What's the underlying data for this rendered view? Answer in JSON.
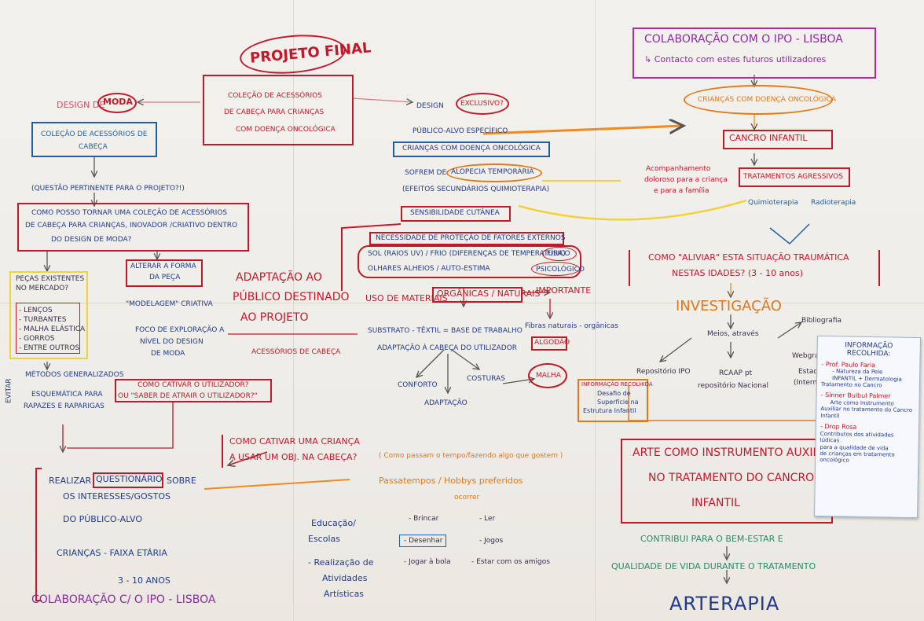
{
  "colors": {
    "red": "#c0192c",
    "blue": "#1f5fa8",
    "orange": "#e0781c",
    "purple": "#8a2c9c",
    "yellow": "#f2d23a",
    "navy": "#223a8a",
    "green": "#2a8a6a",
    "pink": "#d54a6a"
  },
  "title": "PROJETO FINAL",
  "collection": [
    "COLEÇÃO DE ACESSÓRIOS",
    "DE CABEÇA PARA CRIANÇAS",
    "COM DOENÇA ONCOLÓGICA"
  ],
  "left": {
    "design_moda": "DESIGN DE",
    "moda": "MODA",
    "colecao_box": [
      "COLEÇÃO DE ACESSÓRIOS DE",
      "CABEÇA"
    ],
    "questao": "(QUESTÃO PERTINENTE PARA O PROJETO?!)",
    "como_tornar": [
      "COMO POSSO TORNAR UMA COLEÇÃO DE ACESSÓRIOS",
      "DE CABEÇA PARA CRIANÇAS, INOVADOR /CRIATIVO DENTRO",
      "DO DESIGN DE MODA?"
    ],
    "pecas_existentes": [
      "PEÇAS EXISTENTES",
      "NO MERCADO?"
    ],
    "pecas_list": [
      "- LENÇOS",
      "- TURBANTES",
      "- MALHA ELÁSTICA",
      "- GORROS",
      "- ENTRE OUTROS"
    ],
    "alterar": [
      "ALTERAR A FORMA",
      "DA PEÇA"
    ],
    "modelagem": "\"MODELAGEM\" CRIATIVA",
    "foco": [
      "FOCO DE EXPLORAÇÃO A",
      "NÍVEL DO DESIGN",
      "DE MODA"
    ],
    "metodos": "MÉTODOS GENERALIZADOS",
    "evitar": "EVITAR",
    "esquematica": [
      "ESQUEMÁTICA PARA",
      "RAPAZES E RAPARIGAS"
    ],
    "cativar": [
      "COMO CATIVAR O UTILIZADOR?",
      "OU \"SABER DE ATRAIR O UTILIZADOR?\""
    ],
    "adaptacao": [
      "ADAPTAÇÃO AO",
      "PÚBLICO DESTINADO",
      "AO PROJETO"
    ],
    "realizar_pre": "REALIZAR",
    "questionario": "QUESTIONÁRIO",
    "realizar_post": "SOBRE",
    "interesses": "OS INTERESSES/GOSTOS",
    "publico": "DO PÚBLICO-ALVO",
    "criancas": "CRIANÇAS - FAIXA ETÁRIA",
    "idade": "3 - 10 ANOS",
    "colab": "COLABORAÇÃO C/ O IPO - LISBOA"
  },
  "center": {
    "design_excl_pre": "DESIGN",
    "exclusivo": "EXCLUSIVO?",
    "publico_alvo": "PÚBLICO-ALVO ESPECÍFICO",
    "criancas_box": "CRIANÇAS COM DOENÇA ONCOLÓGICA",
    "sofrem_pre": "SOFREM DE",
    "alopecia": "ALOPECIA TEMPORÁRIA",
    "efeitos": "(EFEITOS SECUNDÁRIOS QUIMIOTERAPIA)",
    "sensibilidade": "SENSIBILIDADE CUTÂNEA",
    "necessidade": "NECESSIDADE DE PROTEÇÃO DE FATORES EXTERNOS",
    "sol": "SOL (RAIOS UV) / FRIO (DIFERENÇAS DE TEMPERATURA)",
    "fisico": "FÍSICO",
    "olhares": "OLHARES ALHEIOS / AUTO-ESTIMA",
    "psicologico": "PSICOLÓGICO",
    "uso": "USO DE MATERIAIS",
    "organicas": "ORGÂNICAS / NATURAIS",
    "importante": "IMPORTANTE",
    "substrato": "SUBSTRATO - TÊXTIL = BASE DE TRABALHO",
    "fibras": "Fibras naturais - orgânicas",
    "algodao": "ALGODÃO",
    "acessorios": "ACESSÓRIOS DE CABEÇA",
    "adaptacao_cabeca": "ADAPTAÇÃO À CABEÇA DO UTILIZADOR",
    "conforto": "CONFORTO",
    "costuras": "COSTURAS",
    "malha": "MALHA",
    "adaptacao2": "ADAPTAÇÃO",
    "cativar_crianca": [
      "COMO CATIVAR UMA CRIANÇA",
      "A USAR UM OBJ. NA CABEÇA?"
    ],
    "como_passam": "( Como passam o tempo/fazendo algo que gostem )",
    "passatempos": "Passatempos / Hobbys preferidos",
    "ocorre": "ocorrer",
    "hobbies": [
      "- Brincar",
      "- Ler",
      "- Desenhar",
      "- Jogos",
      "- Jogar à bola",
      "- Estar com os amigos"
    ],
    "educacao": [
      "Educação/",
      "Escolas",
      "- Realização de",
      "Atividades",
      "Artísticas"
    ]
  },
  "right": {
    "colab_title": "COLABORAÇÃO COM O IPO - LISBOA",
    "contacto": "↳ Contacto com estes futuros utilizadores",
    "criancas_onco": "CRIANÇAS COM DOENÇA ONCOLÓGICA",
    "cancro": "CANCRO INFANTIL",
    "acompanhamento": [
      "Acompanhamento",
      "doloroso para a criança",
      "e para a família"
    ],
    "tratamentos": "TRATAMENTOS AGRESSIVOS",
    "quimio": "Quimioterapia",
    "radio": "Radioterapia",
    "como_aliviar": [
      "COMO \"ALIVIAR\" ESTA SITUAÇÃO TRAUMÁTICA",
      "NESTAS IDADES? (3 - 10 anos)"
    ],
    "investigacao": "INVESTIGAÇÃO",
    "meios": "Meios, através",
    "bibliografia": "Bibliografia",
    "repositorio": "Repositório IPO",
    "webgrafia": "Webgrafia",
    "rcaap": "RCAAP pt",
    "rep_nacional": "repositório Nacional",
    "estado": "Estado",
    "internet": "(Internet)",
    "info_recolhida": [
      "INFORMAÇÃO RECOLHIDA",
      "Desafio de",
      "Superfície na",
      "Estrutura Infantil"
    ],
    "arte": [
      "ARTE COMO INSTRUMENTO AUXILIAR",
      "NO TRATAMENTO DO CANCRO",
      "INFANTIL"
    ],
    "contribui": "CONTRIBUI PARA O BEM-ESTAR E",
    "qualidade": "QUALIDADE DE VIDA DURANTE O TRATAMENTO",
    "arterapia": "ARTERAPIA"
  },
  "note": {
    "title": [
      "INFORMAÇÃO",
      "RECOLHIDA:"
    ],
    "lines": [
      "- Prof. Paulo Faria",
      "- Natureza da Pele",
      "INFANTIL + Dermatologia",
      "Tratamento no Cancro",
      "- Sinner Bulbul Palmer",
      "Arte como Instrumento",
      "Auxiliar no tratamento do Cancro",
      "Infantil",
      "- Drop Rosa",
      "Contributos dos atividades lúdicas",
      "para a qualidade de vida",
      "de crianças em tratamento oncológico"
    ]
  }
}
